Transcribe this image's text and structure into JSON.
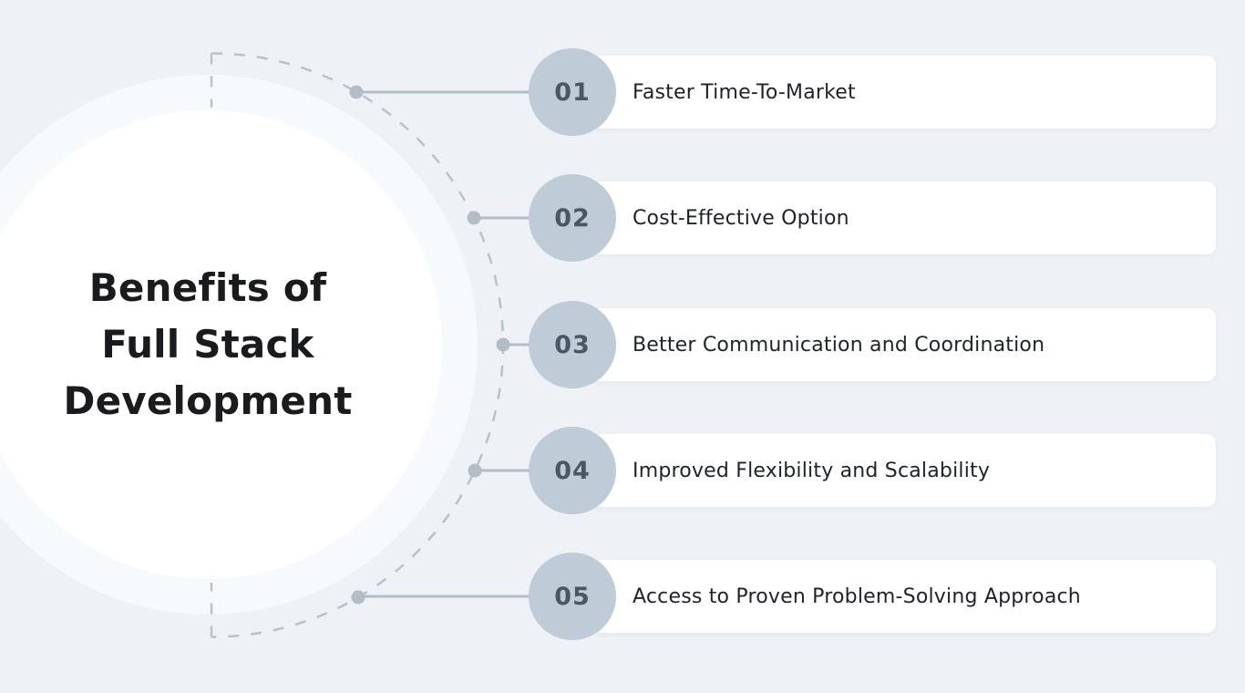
{
  "title": {
    "line1": "Benefits of",
    "line2": "Full Stack",
    "line3": "Development"
  },
  "items": [
    {
      "number": "01",
      "label": "Faster Time-To-Market"
    },
    {
      "number": "02",
      "label": "Cost-Effective Option"
    },
    {
      "number": "03",
      "label": "Better Communication and Coordination"
    },
    {
      "number": "04",
      "label": "Improved Flexibility and Scalability"
    },
    {
      "number": "05",
      "label": "Access to Proven Problem-Solving Approach"
    }
  ],
  "colors": {
    "background": "#eef2f6",
    "card": "#ffffff",
    "badge": "#bfccd7",
    "badge_text": "#4b5764",
    "connector": "#b2bdc8",
    "dashed_arc": "#b7c2cc",
    "title_text": "#191b1e",
    "item_text": "#1e232b"
  }
}
